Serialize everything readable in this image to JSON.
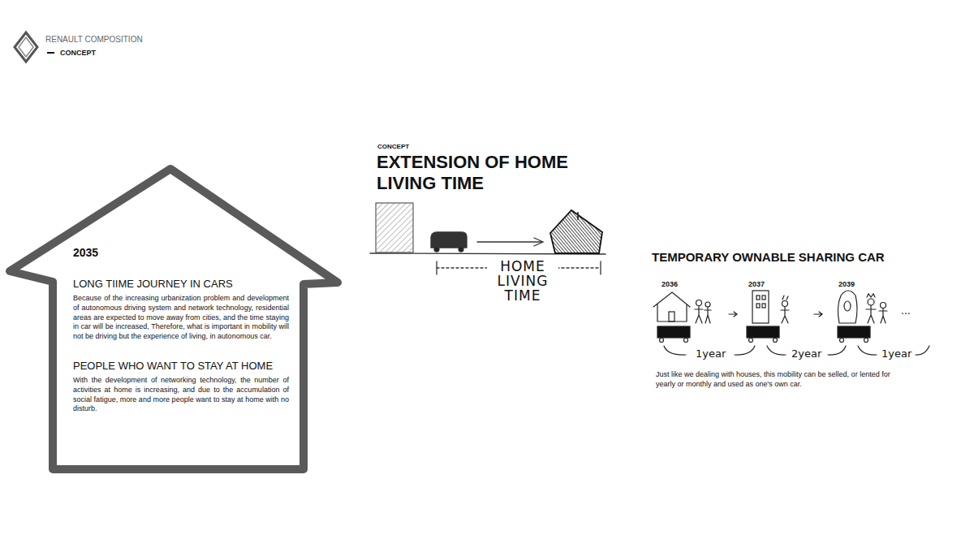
{
  "diagram": {
    "title": "EXTENSION OF HOME LIVING TIME",
    "nodes": [
      {
        "text": [
          "2035",
          "LONG TIIME JOURNEY IN CARS",
          "Because of the increasing urbanization problem and development of autonomous driving system and network technology, residential areas are expected to move away from cities, and the time staying in car will be increased, Therefore, what is important in mobility will not be driving but the experience of living, in autonomous car.",
          "PEOPLE WHO WANT TO STAY AT HOME",
          "With the development of networking technology, the number of activities at home is increasing, and due to the accumulation of social fatigue, more and more people want to stay at home with no disturb."
        ]
      }
    ],
    "labels": [
      "RENAULT COMPOSITION",
      "CONCEPT",
      "CONCEPT",
      "HOME LIVING TIME",
      "TEMPORARY OWNABLE SHARING CAR",
      "2036",
      "2037",
      "2039",
      "1year",
      "2year",
      "1year",
      "...",
      "Just like we dealing with houses, this mobility can be selled, or lented for yearly or monthly and used as one's own car."
    ]
  }
}
